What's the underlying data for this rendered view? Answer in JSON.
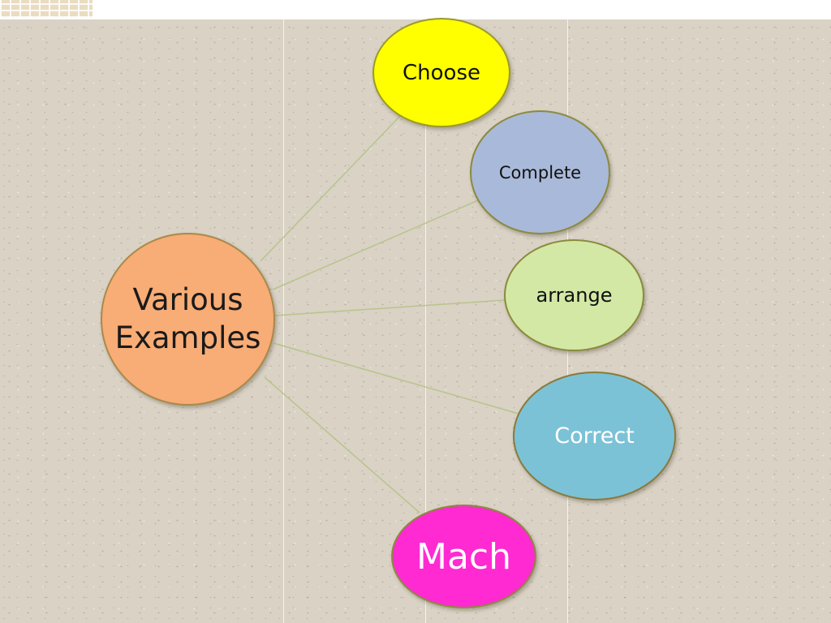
{
  "diagram": {
    "center_node": {
      "label": "Various\nExamples",
      "color": "#f8ac76"
    },
    "branches": [
      {
        "label": "Choose",
        "color": "#ffff00",
        "text_color": "#111111"
      },
      {
        "label": "Complete",
        "color": "#a9b9d9",
        "text_color": "#111111"
      },
      {
        "label": "arrange",
        "color": "#d3e8a5",
        "text_color": "#111111"
      },
      {
        "label": "Correct",
        "color": "#7cc2d6",
        "text_color": "#ffffff"
      },
      {
        "label": "Mach",
        "color": "#ff2ad1",
        "text_color": "#ffffff"
      }
    ],
    "connector_color": "#b8c48a",
    "background_color": "#d9d2c5"
  }
}
